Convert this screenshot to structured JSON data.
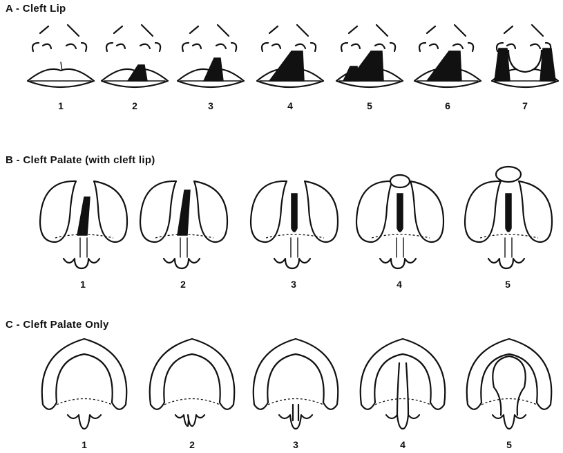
{
  "sections": {
    "a": {
      "title": "A - Cleft Lip",
      "labels": [
        "1",
        "2",
        "3",
        "4",
        "5",
        "6",
        "7"
      ]
    },
    "b": {
      "title": "B - Cleft Palate (with cleft lip)",
      "labels": [
        "1",
        "2",
        "3",
        "4",
        "5"
      ]
    },
    "c": {
      "title": "C - Cleft Palate Only",
      "labels": [
        "1",
        "2",
        "3",
        "4",
        "5"
      ]
    }
  }
}
